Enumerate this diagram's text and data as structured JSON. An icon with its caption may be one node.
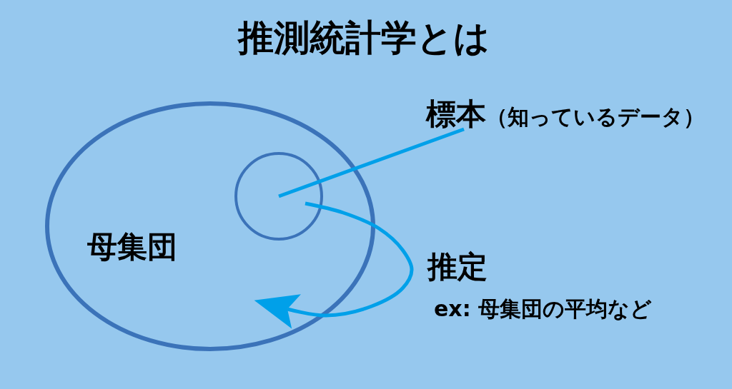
{
  "diagram": {
    "title": "推測統計学とは",
    "nodes": [
      {
        "text": [
          "母集団"
        ]
      },
      {
        "text": [],
        "shape": "circle",
        "in": 0
      },
      {
        "text": [
          "標本",
          "（知っているデータ）"
        ]
      }
    ],
    "edges": [
      {
        "from": 2,
        "to": 1,
        "arrow": "none"
      },
      {
        "from": 1,
        "to": 0,
        "arrow": "to",
        "label": "推定"
      }
    ],
    "labels": [
      "ex: 母集団の平均など"
    ]
  }
}
